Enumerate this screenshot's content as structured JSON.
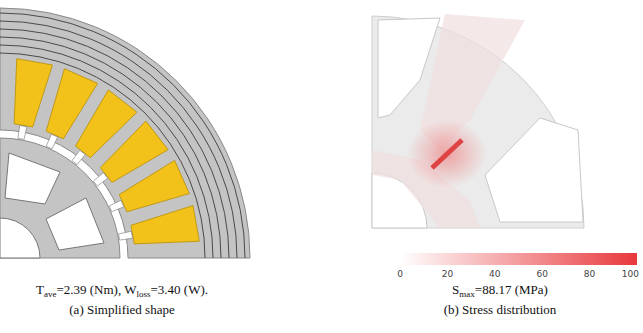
{
  "diagram": {
    "labels": [
      "T",
      "ave",
      "=2.39 (Nm), ",
      "W",
      "loss",
      "=3.40 (W).",
      "(a) Simplified shape",
      "S",
      "max",
      "=88.17 (MPa)",
      "(b) Stress distribution",
      "0",
      "20",
      "40",
      "60",
      "80",
      "100"
    ]
  }
}
